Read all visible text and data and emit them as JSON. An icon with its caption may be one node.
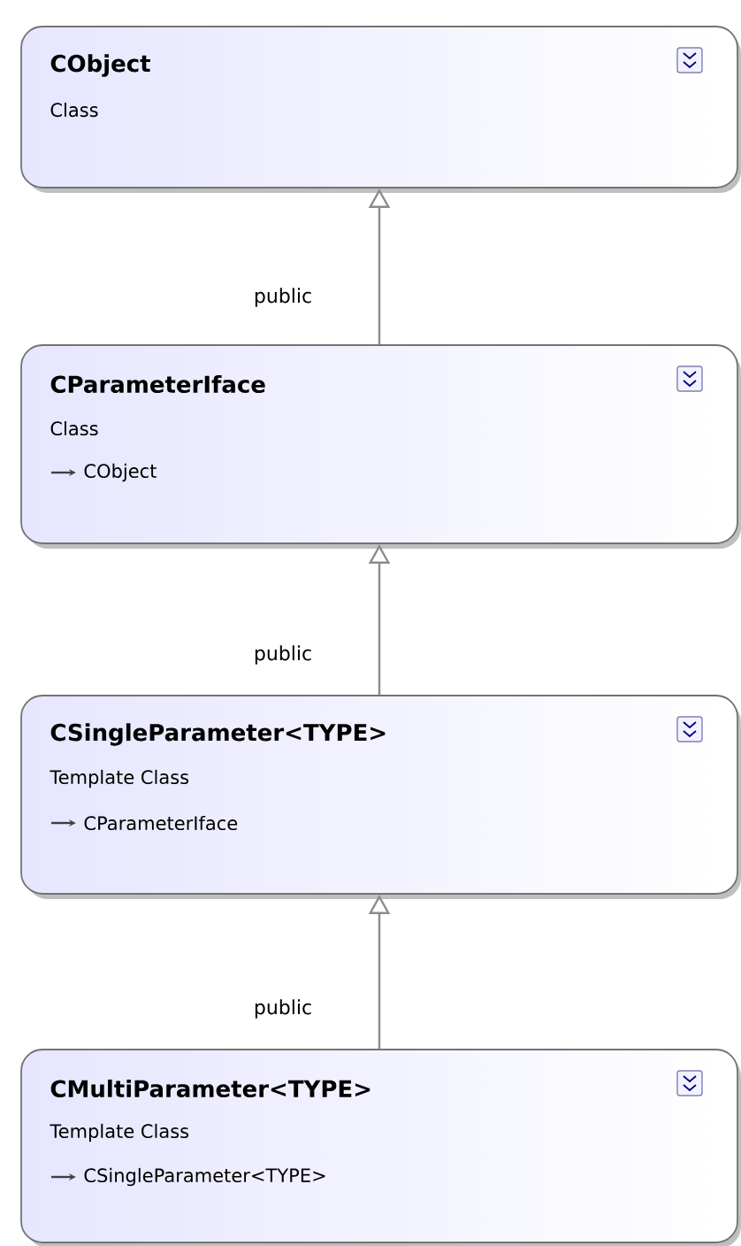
{
  "diagram": {
    "nodes": [
      {
        "text": [
          "CObject",
          "Class"
        ]
      },
      {
        "text": [
          "CParameterIface",
          "Class",
          "CObject"
        ]
      },
      {
        "text": [
          "CSingleParameter<TYPE>",
          "Template Class",
          "CParameterIface"
        ]
      },
      {
        "text": [
          "CMultiParameter<TYPE>",
          "Template Class",
          "CSingleParameter<TYPE>"
        ]
      }
    ],
    "edges": [
      {
        "from": 1,
        "to": 0,
        "arrow": "to",
        "label": "public"
      },
      {
        "from": 2,
        "to": 1,
        "arrow": "to",
        "label": "public"
      },
      {
        "from": 3,
        "to": 2,
        "arrow": "to",
        "label": "public"
      }
    ]
  }
}
